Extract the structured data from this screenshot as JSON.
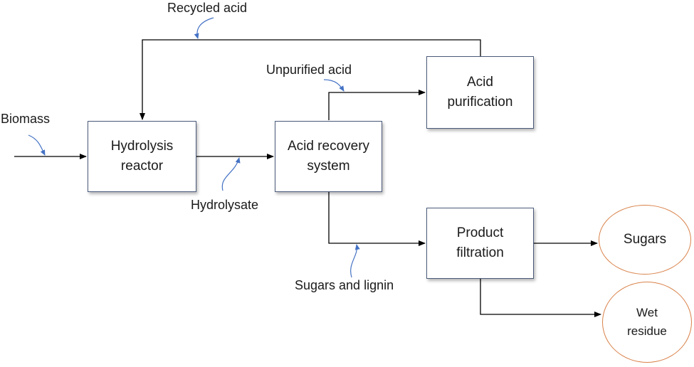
{
  "nodes": {
    "hydrolysis_reactor": "Hydrolysis\nreactor",
    "acid_recovery": "Acid recovery\nsystem",
    "acid_purification": "Acid\npurification",
    "product_filtration": "Product\nfiltration",
    "sugars": "Sugars",
    "wet_residue": "Wet\nresidue"
  },
  "labels": {
    "biomass": "Biomass",
    "recycled_acid": "Recycled acid",
    "unpurified_acid": "Unpurified acid",
    "hydrolysate": "Hydrolysate",
    "sugars_and_lignin": "Sugars and lignin"
  },
  "colors": {
    "line": "#000000",
    "callout": "#4472c4",
    "ellipse_border": "#d9824a"
  }
}
